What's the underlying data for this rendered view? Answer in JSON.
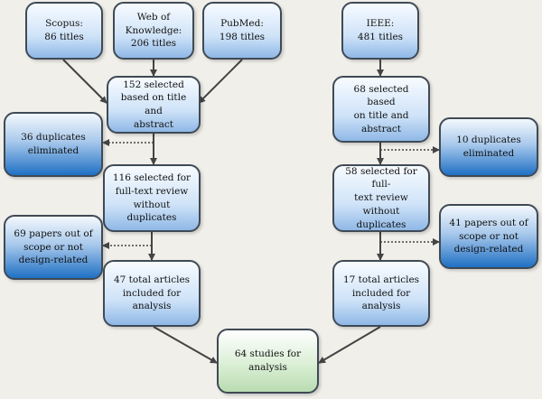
{
  "diagram": {
    "scopus": "Scopus:\n86 titles",
    "wok": "Web of\nKnowledge:\n206 titles",
    "pubmed": "PubMed:\n198 titles",
    "ieee": "IEEE:\n481 titles",
    "left_selected": "152 selected\nbased on title and\nabstract",
    "left_dup": "36 duplicates\neliminated",
    "left_fulltext": "116 selected for\nfull-text review\nwithout duplicates",
    "left_scope": "69 papers out of\nscope or not\ndesign-related",
    "left_total": "47 total articles\nincluded for\nanalysis",
    "right_selected": "68 selected based\non title and\nabstract",
    "right_dup": "10 duplicates\neliminated",
    "right_fulltext": "58 selected for full-\ntext review without\nduplicates",
    "right_scope": "41 papers out of\nscope or not\ndesign-related",
    "right_total": "17 total articles\nincluded for\nanalysis",
    "final": "64 studies for\nanalysis"
  },
  "colors": {
    "border": "#3f4a55",
    "light_fill": "#cfe3f8",
    "dark_fill": "#1f70c4",
    "final_fill": "#dbefd6",
    "arrow": "#444444"
  }
}
